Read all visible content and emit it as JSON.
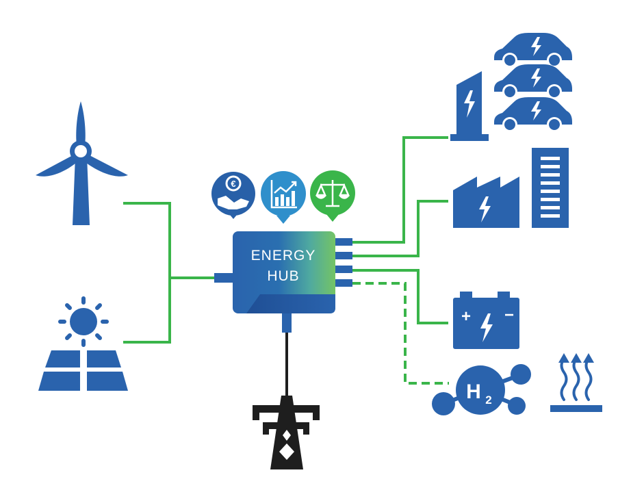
{
  "hub": {
    "line1": "ENERGY",
    "line2": "HUB"
  },
  "hydrogen": {
    "symbol": "H",
    "subscript": "2"
  },
  "battery": {
    "plus": "+",
    "minus": "−"
  },
  "badges": [
    {
      "icon": "euro-handshake-icon",
      "color": "#2860a8"
    },
    {
      "icon": "rising-chart-icon",
      "color": "#2f8fcb"
    },
    {
      "icon": "balance-scale-icon",
      "color": "#3ab54a"
    }
  ],
  "colors": {
    "blue": "#2a63ad",
    "green": "#3ab54a",
    "black": "#1e1e1e",
    "hub_gradient_start": "#2a63ad",
    "hub_gradient_end": "#6cc25a"
  }
}
